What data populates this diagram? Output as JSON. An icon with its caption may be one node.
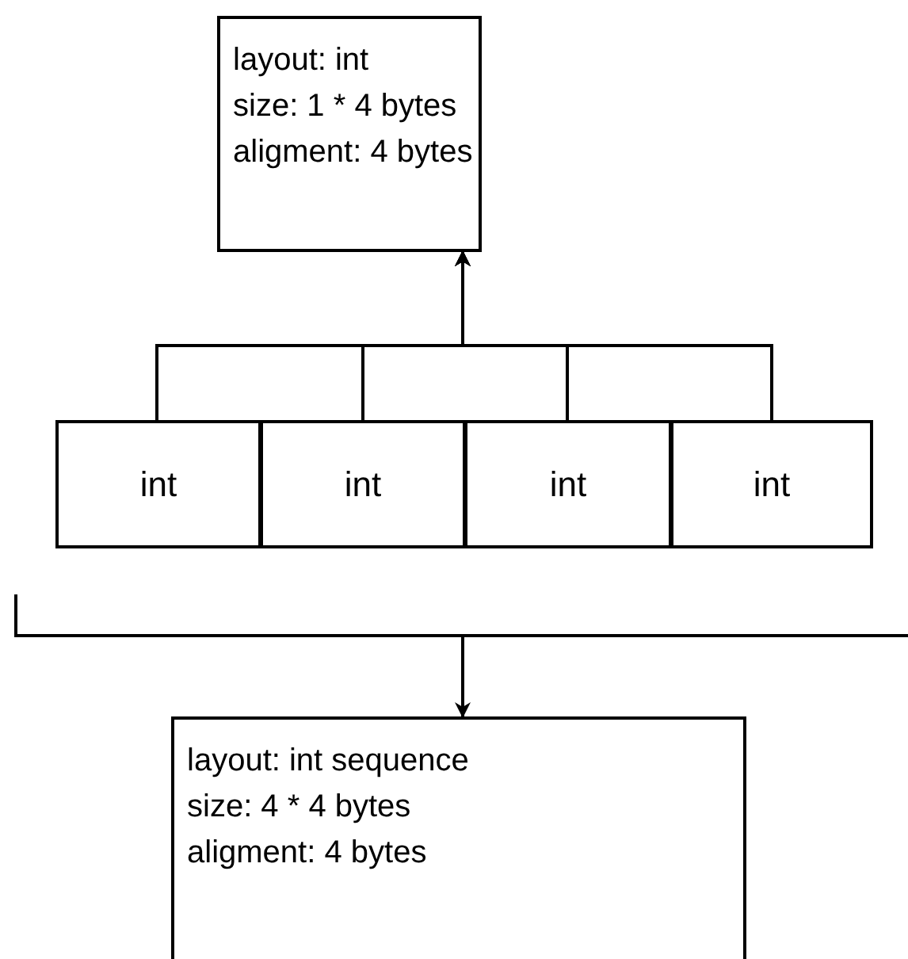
{
  "diagram": {
    "nodes": [
      {
        "text": [
          "layout: int",
          "size: 1 * 4 bytes",
          "aligment: 4 bytes"
        ]
      },
      {
        "text": [
          "int"
        ]
      },
      {
        "text": [
          "int"
        ]
      },
      {
        "text": [
          "int"
        ]
      },
      {
        "text": [
          "int"
        ]
      },
      {
        "text": [],
        "shape": "bracket"
      },
      {
        "text": [
          "layout: int sequence",
          "size: 4 * 4 bytes",
          "aligment: 4 bytes"
        ]
      }
    ],
    "edges": [
      {
        "from": 1,
        "to": 0,
        "arrow": "to"
      },
      {
        "from": 2,
        "to": 0,
        "arrow": "to"
      },
      {
        "from": 3,
        "to": 0,
        "arrow": "to"
      },
      {
        "from": 4,
        "to": 0,
        "arrow": "to"
      },
      {
        "from": 5,
        "to": 6,
        "arrow": "to"
      }
    ]
  }
}
